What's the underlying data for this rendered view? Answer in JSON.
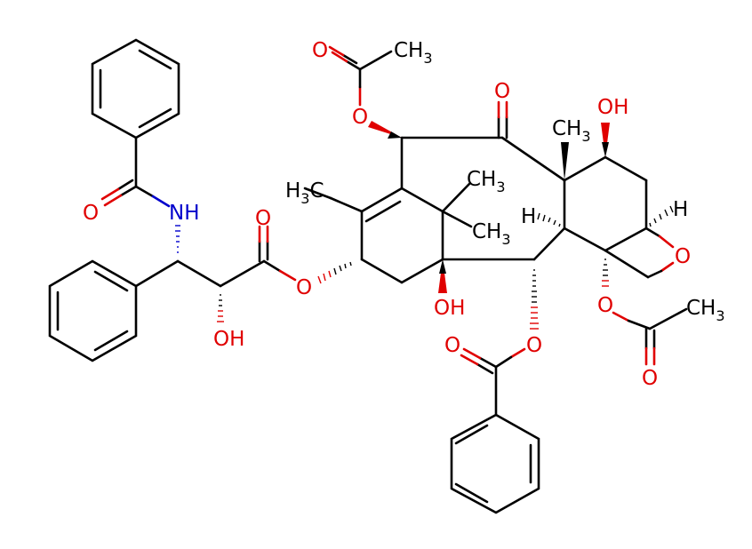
{
  "title": "Paclitaxel structure",
  "colors": {
    "carbon": "#000000",
    "oxygen": "#e00000",
    "nitrogen": "#0000cc",
    "background": "#ffffff"
  },
  "labels": {
    "o_amide": "O",
    "nh": "NH",
    "o_ester_carbonyl": "O",
    "o_ester_link": "O",
    "oh_side": "OH",
    "h3c_left": "H",
    "h3c_left_sub": "3",
    "h3c_left_c": "C",
    "o_acetyl_top_carbonyl": "O",
    "ch3_acetyl_top": "CH",
    "ch3_acetyl_top_sub": "3",
    "o_acetyl_top_link": "O",
    "o_ketone": "O",
    "ch3_angular": "CH",
    "ch3_angular_sub": "3",
    "oh_top_right": "OH",
    "ch3_gem1": "CH",
    "ch3_gem1_sub": "3",
    "ch3_gem2": "CH",
    "ch3_gem2_sub": "3",
    "h_ring": "H",
    "h_oxetane": "H",
    "o_oxetane": "O",
    "oh_bridgehead": "OH",
    "o_acetyl_right_link": "O",
    "ch3_acetyl_right": "CH",
    "ch3_acetyl_right_sub": "3",
    "o_acetyl_right_carbonyl": "O",
    "o_benzoate_link": "O",
    "o_benzoate_carbonyl": "O"
  }
}
